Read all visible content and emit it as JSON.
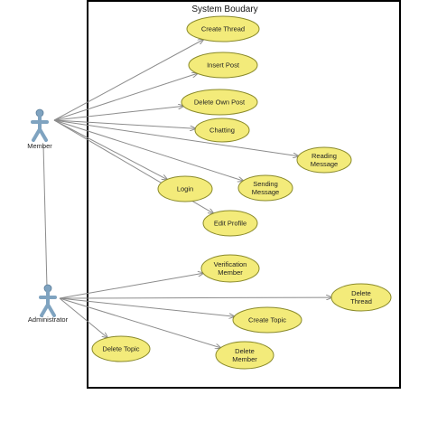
{
  "boundary": {
    "title": "System Boudary"
  },
  "actors": [
    {
      "id": "member",
      "label": "Member"
    },
    {
      "id": "administrator",
      "label": "Administrator"
    }
  ],
  "use_cases": [
    {
      "id": "create-thread",
      "lines": [
        "Create Thread"
      ]
    },
    {
      "id": "insert-post",
      "lines": [
        "Insert Post"
      ]
    },
    {
      "id": "delete-own-post",
      "lines": [
        "Delete Own Post"
      ]
    },
    {
      "id": "chatting",
      "lines": [
        "Chatting"
      ]
    },
    {
      "id": "reading-message",
      "lines": [
        "Reading",
        "Message"
      ]
    },
    {
      "id": "sending-message",
      "lines": [
        "Sending",
        "Message"
      ]
    },
    {
      "id": "login",
      "lines": [
        "Login"
      ]
    },
    {
      "id": "edit-profile",
      "lines": [
        "Edit Profile"
      ]
    },
    {
      "id": "verification-member",
      "lines": [
        "Verification",
        "Member"
      ]
    },
    {
      "id": "delete-thread",
      "lines": [
        "Delete",
        "Thread"
      ]
    },
    {
      "id": "create-topic",
      "lines": [
        "Create Topic"
      ]
    },
    {
      "id": "delete-topic",
      "lines": [
        "Delete Topic"
      ]
    },
    {
      "id": "delete-member",
      "lines": [
        "Delete",
        "Member"
      ]
    }
  ],
  "colors": {
    "ellipse_fill": "#F3EB7A",
    "ellipse_stroke": "#8A8A2A",
    "actor_fill": "#7FA3C0",
    "line": "#8C8C8C",
    "boundary": "#000000"
  }
}
